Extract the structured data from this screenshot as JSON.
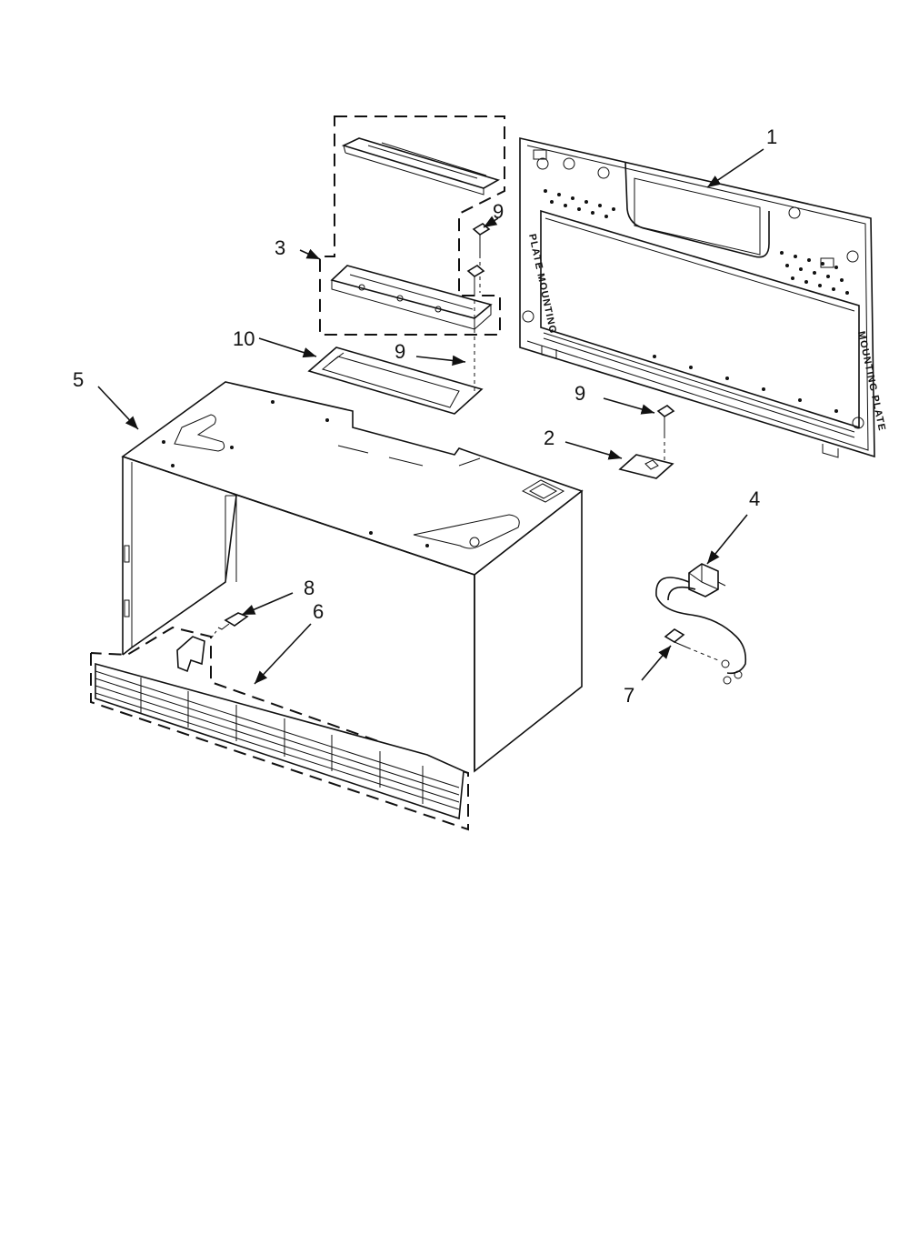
{
  "diagram": {
    "callouts": [
      {
        "id": "1",
        "label": "1"
      },
      {
        "id": "2",
        "label": "2"
      },
      {
        "id": "3",
        "label": "3"
      },
      {
        "id": "4",
        "label": "4"
      },
      {
        "id": "5",
        "label": "5"
      },
      {
        "id": "6",
        "label": "6"
      },
      {
        "id": "7",
        "label": "7"
      },
      {
        "id": "8",
        "label": "8"
      },
      {
        "id": "9a",
        "label": "9"
      },
      {
        "id": "9b",
        "label": "9"
      },
      {
        "id": "9c",
        "label": "9"
      },
      {
        "id": "10",
        "label": "10"
      }
    ],
    "plate_stamps": [
      "PLATE MOUNTING",
      "MOUNTING PLATE"
    ]
  }
}
